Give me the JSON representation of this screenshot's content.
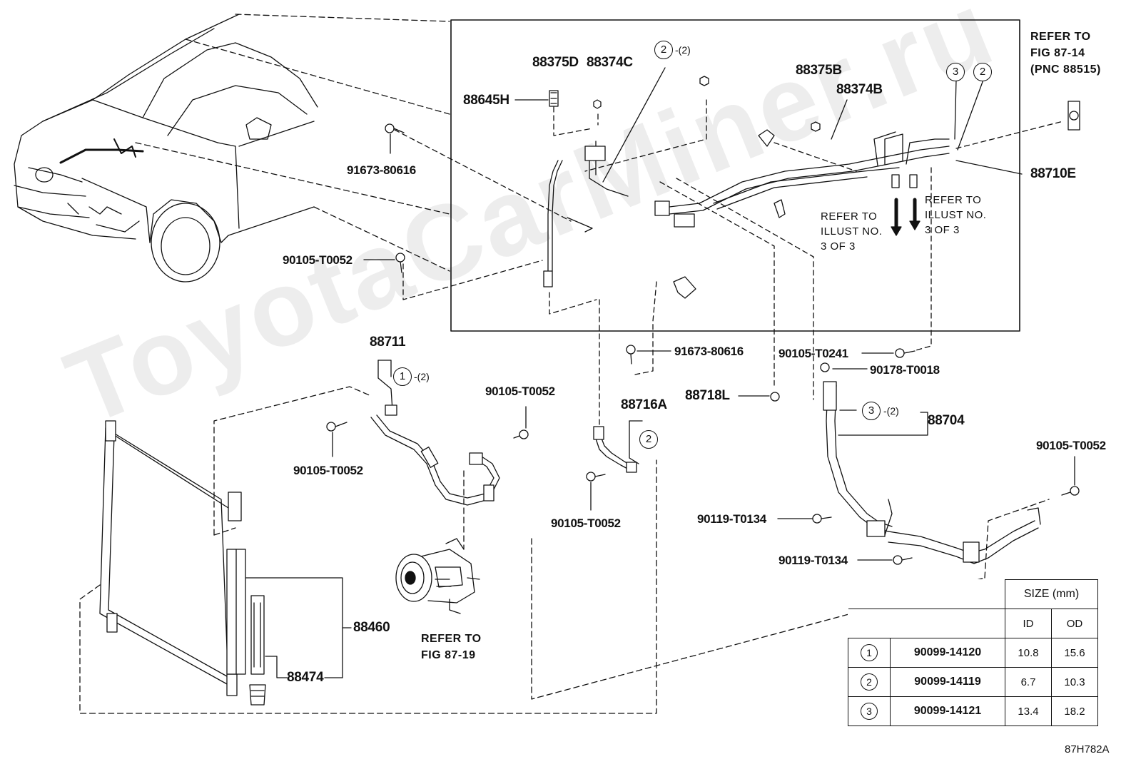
{
  "watermark": "ToyotaCarMiner.ru",
  "diagram_code": "87H782A",
  "labels": {
    "p88375D": "88375D",
    "p88374C": "88374C",
    "p88645H": "88645H",
    "p91673_top": "91673-80616",
    "p90105_t0052_left": "90105-T0052",
    "p88375B": "88375B",
    "p88374B": "88374B",
    "p88710E": "88710E",
    "p88711": "88711",
    "p90105_t0052_mid": "90105-T0052",
    "p90105_t0052_88711": "90105-T0052",
    "p91673_mid": "91673-80616",
    "p88716A": "88716A",
    "p90105_t0052_88716": "90105-T0052",
    "p90105_t0241": "90105-T0241",
    "p90178_t0018": "90178-T0018",
    "p88718L": "88718L",
    "p88704": "88704",
    "p90105_t0052_right": "90105-T0052",
    "p90119_a": "90119-T0134",
    "p90119_b": "90119-T0134",
    "p88460": "88460",
    "p88474": "88474"
  },
  "notes": {
    "refer_87_14": "REFER TO\nFIG 87-14\n(PNC 88515)",
    "refer_illust_a": "REFER TO\nILLUST NO.\n3 OF 3",
    "refer_illust_b": "REFER TO\nILLUST NO.\n3 OF 3",
    "refer_87_19": "REFER TO\nFIG 87-19"
  },
  "callouts": {
    "c2_top": "2",
    "c2_top_qty": "-(2)",
    "c3_right": "3",
    "c2_right": "2",
    "c1_88711": "1",
    "c1_88711_qty": "-(2)",
    "c2_88716": "2",
    "c3_88704": "3",
    "c3_88704_qty": "-(2)"
  },
  "size_table": {
    "header": "SIZE (mm)",
    "col_id": "ID",
    "col_od": "OD",
    "rows": [
      {
        "index": "1",
        "part": "90099-14120",
        "id": "10.8",
        "od": "15.6"
      },
      {
        "index": "2",
        "part": "90099-14119",
        "id": "6.7",
        "od": "10.3"
      },
      {
        "index": "3",
        "part": "90099-14121",
        "id": "13.4",
        "od": "18.2"
      }
    ]
  }
}
